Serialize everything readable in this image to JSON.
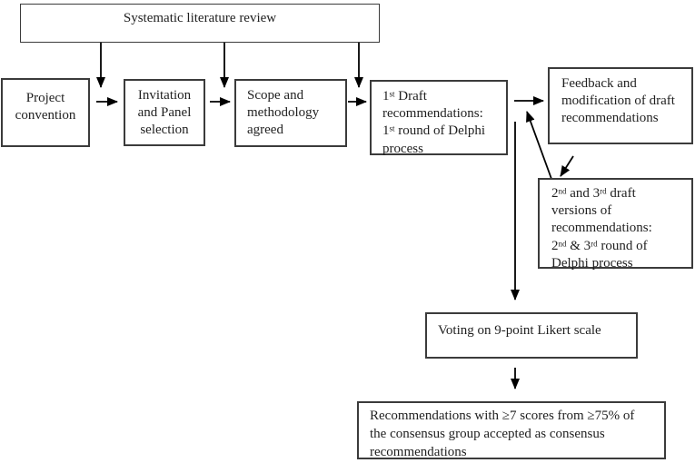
{
  "figure": {
    "description_label": "Delphi consensus process flowchart"
  },
  "boxes": {
    "systematic_review": {
      "lines": [
        "Systematic literature review"
      ]
    },
    "project_convention": {
      "lines": [
        "Project",
        "convention"
      ]
    },
    "invitation": {
      "lines": [
        "Invitation",
        "and Panel",
        "selection"
      ]
    },
    "scope": {
      "lines": [
        "Scope and",
        "methodology",
        "agreed"
      ]
    },
    "draft1": {
      "lines": [
        "1^st^ Draft",
        "recommendations:",
        "1^st^ round of Delphi",
        "process"
      ]
    },
    "feedback": {
      "lines": [
        "Feedback and",
        "modification of draft",
        "recommendations"
      ]
    },
    "draft23": {
      "lines": [
        "2^nd^ and 3^rd^ draft",
        "versions of",
        "recommendations:",
        "2^nd^ & 3^rd^ round of",
        "Delphi process"
      ]
    },
    "voting": {
      "lines": [
        "Voting on 9-point Likert scale"
      ]
    },
    "final": {
      "lines": [
        "Recommendations with ≥7 scores from ≥75% of",
        "the consensus group accepted as consensus",
        "recommendations"
      ]
    }
  },
  "colors": {
    "background": "#ffffff",
    "border": "#3b3b3b",
    "text": "#1f1f1f",
    "arrow": "#000000"
  }
}
